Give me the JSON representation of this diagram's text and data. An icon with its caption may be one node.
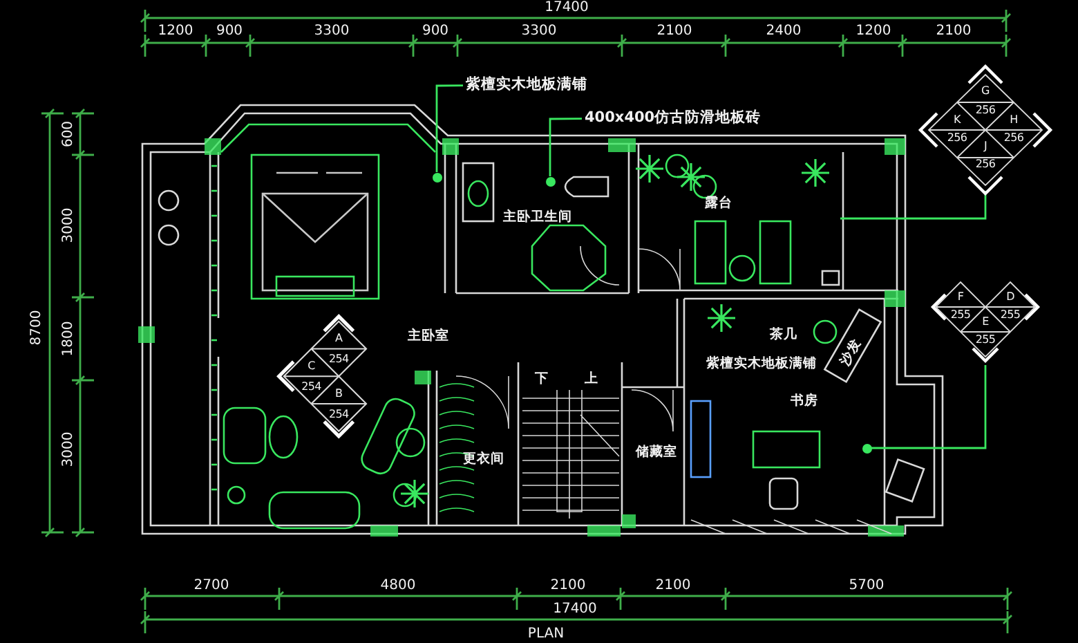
{
  "diagram": {
    "nodes": [
      {
        "text": [
          "紫檀实木地板满铺"
        ]
      },
      {
        "text": [],
        "shape": "circle"
      },
      {
        "text": [
          "400x400仿古防滑地板砖"
        ]
      },
      {
        "text": [],
        "shape": "circle"
      },
      {
        "text": [
          "G",
          "256",
          "K",
          "H",
          "256",
          "256",
          "J",
          "256"
        ]
      },
      {
        "text": [
          "F",
          "D",
          "255",
          "255",
          "E",
          "255"
        ]
      },
      {
        "text": [],
        "shape": "circle"
      },
      {
        "text": [
          "A",
          "254",
          "C",
          "254",
          "B",
          "254"
        ]
      }
    ],
    "edges": [
      {
        "from": 0,
        "to": 1,
        "arrow": "none"
      },
      {
        "from": 2,
        "to": 3,
        "arrow": "none"
      },
      {
        "from": 4,
        "to": null,
        "arrow": "none"
      },
      {
        "from": 5,
        "to": 6,
        "arrow": "none"
      }
    ],
    "labels": [
      "17400",
      "1200",
      "900",
      "3300",
      "900",
      "3300",
      "2100",
      "2400",
      "1200",
      "2100",
      "600",
      "3000",
      "8700",
      "1800",
      "3000",
      "主卧卫生间",
      "露台",
      "主卧室",
      "下",
      "上",
      "茶几",
      "沙发",
      "紫檀实木地板满铺",
      "书房",
      "储藏室",
      "更衣间",
      "2700",
      "4800",
      "2100",
      "2100",
      "5700",
      "17400",
      "PLAN"
    ]
  }
}
